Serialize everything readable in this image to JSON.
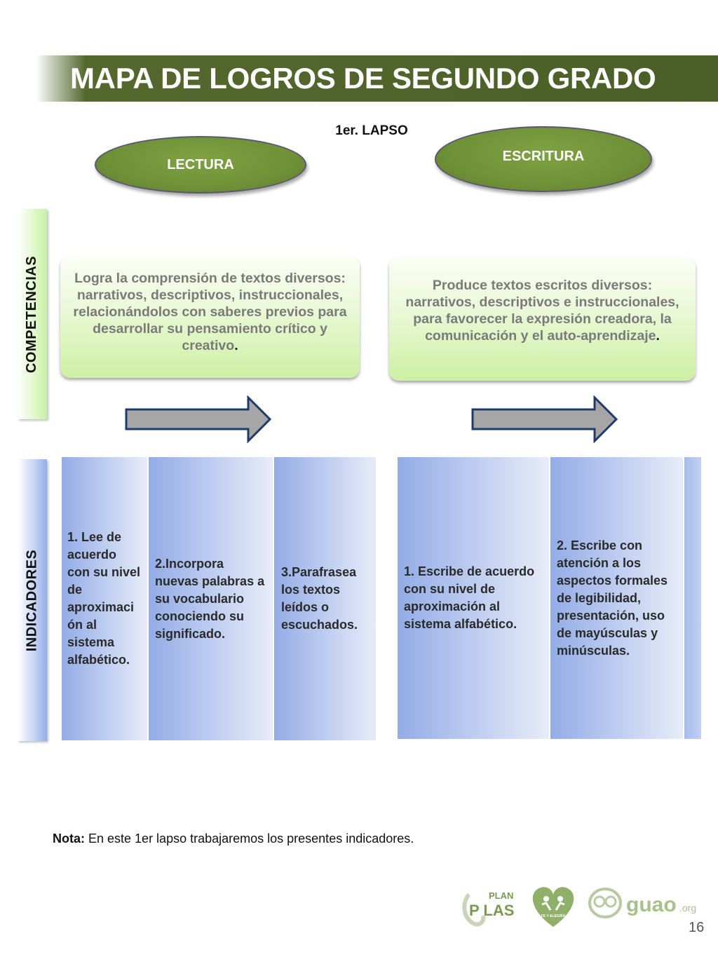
{
  "header": {
    "title": "MAPA DE LOGROS DE SEGUNDO GRADO"
  },
  "lapso": "1er. LAPSO",
  "areas": {
    "lectura": "LECTURA",
    "escritura": "ESCRITURA"
  },
  "side_labels": {
    "competencias": "COMPETENCIAS",
    "indicadores": "INDICADORES"
  },
  "competencias": {
    "lectura": "Logra la comprensión de textos diversos: narrativos, descriptivos, instruccionales,   relacionándolos con saberes previos para desarrollar su pensamiento crítico y creativo",
    "escritura": "Produce textos escritos diversos: narrativos, descriptivos e instruccionales, para favorecer la expresión creadora, la comunicación y el auto-aprendizaje",
    "period": "."
  },
  "indicadores": {
    "lectura": [
      "1. Lee de acuerdo con su nivel de aproximaci ón al sistema alfabético.",
      "2.Incorpora nuevas palabras a su vocabulario conociendo su significado.",
      "3.Parafrasea los textos leídos o escuchados."
    ],
    "escritura": [
      "1. Escribe de acuerdo con su nivel de aproximación al sistema alfabético.",
      "2. Escribe con atención a los aspectos formales de legibilidad, presentación, uso de mayúsculas y minúsculas."
    ]
  },
  "nota": {
    "label": "Nota:",
    "text": " En este 1er lapso trabajaremos los presentes indicadores."
  },
  "logos": {
    "plan_top": "PLAN",
    "plan_bottom": "P LAS",
    "fe_alegria": "FE Y ALEGRÍA",
    "guao": "guao",
    "guao_suffix": ".org"
  },
  "page_number": "16",
  "colors": {
    "banner": "#4a5f27",
    "ellipse": "#6f9137",
    "competencia_fill": "#cdf0a3",
    "indicador_fill": "#93ace6",
    "arrow_fill": "#a6a6a6",
    "arrow_stroke": "#1f3a6b"
  }
}
